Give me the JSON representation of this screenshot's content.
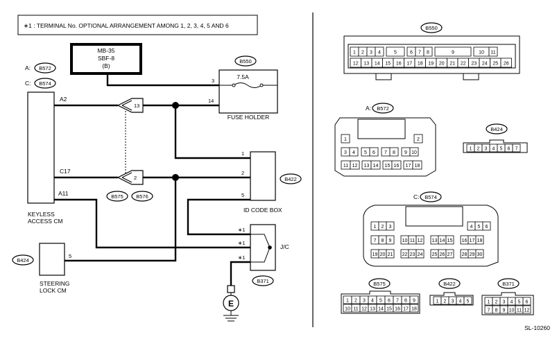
{
  "note": "∗1 : TERMINAL No. OPTIONAL ARRANGEMENT AMONG 1, 2, 3, 4, 5 AND 6",
  "diagram_id": "SL-10260",
  "labels": {
    "mb_line1": "MB-35",
    "mb_line2": "SBF-8",
    "mb_line3": "(B)",
    "a_prefix": "A:",
    "c_prefix": "C:",
    "keyless_line1": "KEYLESS",
    "keyless_line2": "ACCESS CM",
    "steering_line1": "STEERING",
    "steering_line2": "LOCK CM",
    "fuse_holder": "FUSE HOLDER",
    "fuse_rating": "7.5A",
    "id_code_box": "ID CODE BOX",
    "jc": "J/C",
    "ground": "E"
  },
  "connectors": {
    "b572": "B572",
    "b574": "B574",
    "b550": "B550",
    "b422": "B422",
    "b424": "B424",
    "b371": "B371",
    "b575": "B575",
    "b576": "B576"
  },
  "pins": {
    "a2": "A2",
    "c17": "C17",
    "a11": "A11",
    "p13": "13",
    "p2": "2",
    "f3": "3",
    "f14": "14",
    "id1": "1",
    "id2": "2",
    "id5": "5",
    "s5": "5",
    "jc1a": "∗1",
    "jc1b": "∗1",
    "jc1c": "∗1"
  },
  "views": {
    "b550": {
      "title": "B550",
      "row1": [
        "1",
        "2",
        "3",
        "4",
        "5",
        "6",
        "7",
        "8",
        "9",
        "10",
        "11"
      ],
      "row2": [
        "12",
        "13",
        "14",
        "15",
        "16",
        "17",
        "18",
        "19",
        "20",
        "21",
        "22",
        "23",
        "24",
        "25",
        "26"
      ]
    },
    "b572": {
      "prefix": "A:",
      "title": "B572",
      "r1": [
        "1",
        "2"
      ],
      "r2": [
        "3",
        "4",
        "5",
        "6",
        "7",
        "8",
        "9",
        "10"
      ],
      "r3": [
        "11",
        "12",
        "13",
        "14",
        "15",
        "16",
        "17",
        "18"
      ]
    },
    "b424": {
      "title": "B424",
      "pins": [
        "1",
        "2",
        "3",
        "4",
        "5",
        "6",
        "7"
      ]
    },
    "b574": {
      "prefix": "C:",
      "title": "B574",
      "r1": [
        "1",
        "2",
        "3",
        "4",
        "5",
        "6"
      ],
      "r2": [
        "7",
        "8",
        "9",
        "10",
        "11",
        "12",
        "13",
        "14",
        "15",
        "16",
        "17",
        "18"
      ],
      "r3": [
        "19",
        "20",
        "21",
        "22",
        "23",
        "24",
        "25",
        "26",
        "27",
        "28",
        "29",
        "30"
      ]
    },
    "b575": {
      "title": "B575",
      "row1": [
        "1",
        "2",
        "3",
        "4",
        "5",
        "6",
        "7",
        "8",
        "9"
      ],
      "row2": [
        "10",
        "11",
        "12",
        "13",
        "14",
        "15",
        "16",
        "17",
        "18"
      ]
    },
    "b422": {
      "title": "B422",
      "pins": [
        "1",
        "2",
        "3",
        "4",
        "5"
      ]
    },
    "b371": {
      "title": "B371",
      "row1": [
        "1",
        "2",
        "3",
        "4",
        "5",
        "6"
      ],
      "row2": [
        "7",
        "8",
        "9",
        "10",
        "11",
        "12"
      ]
    }
  }
}
